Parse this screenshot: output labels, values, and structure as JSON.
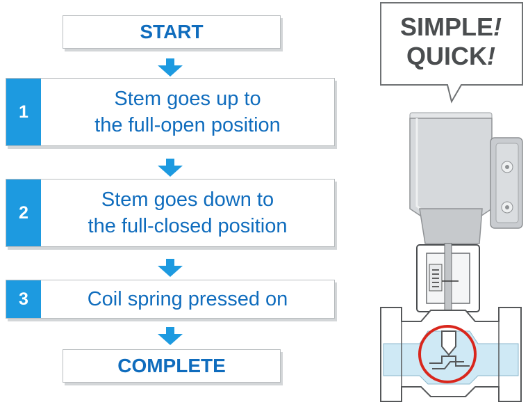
{
  "flow": {
    "start": "START",
    "steps": [
      {
        "number": "1",
        "line1": "Stem goes up to",
        "line2": "the full-open position"
      },
      {
        "number": "2",
        "line1": "Stem goes down to",
        "line2": "the full-closed position"
      },
      {
        "number": "3",
        "line1": "Coil spring pressed on",
        "line2": ""
      }
    ],
    "end": "COMPLETE"
  },
  "callout": {
    "line1": "SIMPLE",
    "line1_mark": "!",
    "line2": "QUICK",
    "line2_mark": "!"
  },
  "colors": {
    "accent_blue": "#1d9ae0",
    "text_blue": "#0f6cbd",
    "highlight_red": "#d9261c",
    "valve_body_fill": "#cfe9f5"
  },
  "icons": [
    "down-arrow-icon",
    "valve-actuator-illustration",
    "highlight-circle"
  ]
}
